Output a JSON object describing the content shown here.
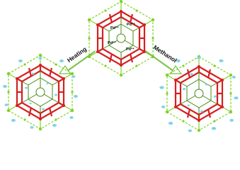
{
  "structures": [
    {
      "name": "center",
      "pd_labels": [
        "Pd²⁺",
        "Pd²⁺",
        "Pd²⁺",
        "Pd²⁺"
      ]
    },
    {
      "name": "left"
    },
    {
      "name": "right"
    }
  ],
  "arrows": {
    "left": {
      "label": "Heating"
    },
    "right": {
      "label": "Methanol"
    }
  },
  "colors": {
    "framework_red": "#d42020",
    "ligand_green": "#7ed321",
    "linker_green": "#4a8a18",
    "guest_blue": "#7fd3ea",
    "arrow_outline": "#7ac043"
  }
}
